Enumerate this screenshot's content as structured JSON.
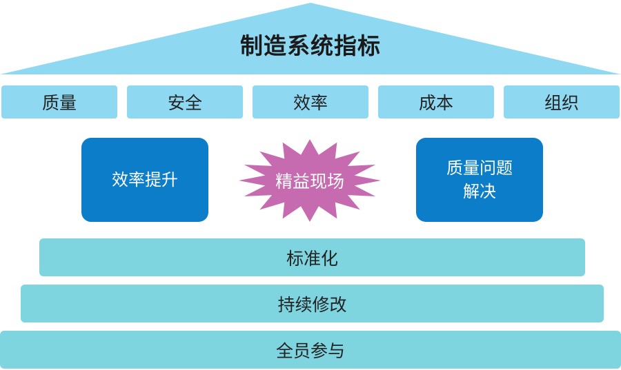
{
  "roof": {
    "title": "制造系统指标"
  },
  "pillars": [
    {
      "label": "质量"
    },
    {
      "label": "安全"
    },
    {
      "label": "效率"
    },
    {
      "label": "成本"
    },
    {
      "label": "组织"
    }
  ],
  "middle": {
    "left_box": {
      "line1": "效率提升"
    },
    "center_star": {
      "label": "精益现场"
    },
    "right_box": {
      "line1": "质量问题",
      "line2": "解决"
    }
  },
  "foundation": [
    {
      "label": "标准化"
    },
    {
      "label": "持续修改"
    },
    {
      "label": "全员参与"
    }
  ],
  "colors": {
    "roof": "#8fd8f2",
    "pillar": "#8fd8f2",
    "blue_box": "#0b7dc9",
    "star": "#c76bb0",
    "step": "#7ed4df"
  }
}
